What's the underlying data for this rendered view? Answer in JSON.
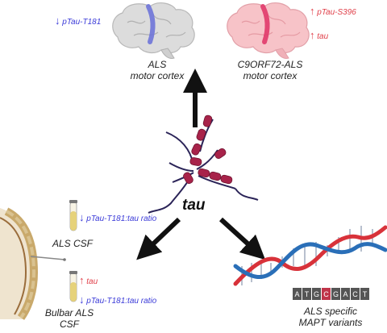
{
  "center_label": "tau",
  "panels": {
    "als_cortex": {
      "title_line1": "ALS",
      "title_line2": "motor cortex",
      "markers": [
        {
          "direction": "down",
          "text": "pTau-T181",
          "color": "#3a3ad8"
        }
      ]
    },
    "c9_cortex": {
      "title_line1": "C9ORF72-ALS",
      "title_line2": "motor cortex",
      "markers": [
        {
          "direction": "up",
          "text": "pTau-S396",
          "color": "#e0404a"
        },
        {
          "direction": "up",
          "text": "tau",
          "color": "#e0404a"
        }
      ]
    },
    "als_csf": {
      "title": "ALS CSF",
      "markers": [
        {
          "direction": "down",
          "text": "pTau-T181:tau ratio",
          "color": "#3a3ad8"
        }
      ]
    },
    "bulbar_csf": {
      "title_line1": "Bulbar ALS",
      "title_line2": "CSF",
      "markers": [
        {
          "direction": "up",
          "text": "tau",
          "color": "#e0404a"
        },
        {
          "direction": "down",
          "text": "pTau-T181:tau ratio",
          "color": "#3a3ad8"
        }
      ]
    },
    "mapt": {
      "title_line1": "ALS specific",
      "title_line2": "MAPT variants",
      "sequence": [
        "A",
        "T",
        "G",
        "C",
        "G",
        "A",
        "C",
        "T"
      ],
      "highlight_index": 3
    }
  },
  "icons": [
    "brain-icon",
    "spine-icon",
    "csf-tube-icon",
    "dna-helix-icon",
    "tau-fibril-icon",
    "arrow-icon"
  ],
  "colors": {
    "blue": "#3a3ad8",
    "red": "#e0404a",
    "tau": "#a8234a",
    "dna_red": "#d8323a",
    "dna_blue": "#2a6fb8",
    "arrow": "#111111"
  }
}
